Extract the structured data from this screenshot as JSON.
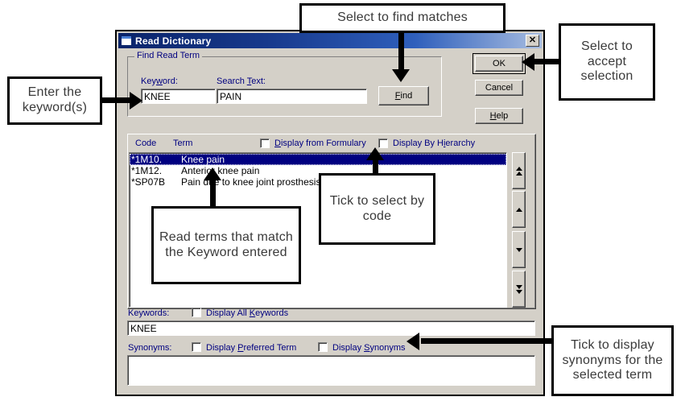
{
  "dialog": {
    "title": "Read Dictionary",
    "close_label": "✕",
    "group": {
      "title": "Find Read Term"
    },
    "keyword": {
      "label_pre": "Key",
      "label_accel": "w",
      "label_post": "ord:",
      "value": "KNEE"
    },
    "search_text": {
      "label_pre": "Search ",
      "label_accel": "T",
      "label_post": "ext:",
      "value": "PAIN"
    },
    "find_button": {
      "accel": "F",
      "rest": "ind"
    },
    "buttons": {
      "ok": "OK",
      "cancel": "Cancel",
      "help_accel": "H",
      "help_rest": "elp"
    },
    "list": {
      "col_code": "Code",
      "col_term": "Term",
      "checkbox_formulary": {
        "pre": "",
        "accel": "D",
        "post": "isplay from Formulary",
        "checked": false
      },
      "checkbox_hierarchy": {
        "pre": "Display By H",
        "accel": "i",
        "post": "erarchy",
        "checked": false
      },
      "rows": [
        {
          "code": "*1M10.",
          "term": "Knee pain",
          "selected": true
        },
        {
          "code": "*1M12.",
          "term": "Anterior knee pain",
          "selected": false
        },
        {
          "code": "*SP07B",
          "term": "Pain due to knee joint prosthesis",
          "selected": false
        }
      ]
    },
    "keywords_section": {
      "label": "Keywords:",
      "checkbox": {
        "pre": "Display All ",
        "accel": "K",
        "post": "eywords",
        "checked": false
      },
      "value": "KNEE"
    },
    "synonyms_section": {
      "label": "Synonyms:",
      "checkbox_preferred": {
        "pre": "Display ",
        "accel": "P",
        "post": "referred Term",
        "checked": false
      },
      "checkbox_synonyms": {
        "pre": "Display ",
        "accel": "S",
        "post": "ynonyms",
        "checked": false
      },
      "value": ""
    },
    "scrollbar": {
      "top_label": "scroll-to-top",
      "up_label": "scroll-up",
      "down_label": "scroll-down",
      "bottom_label": "scroll-to-bottom"
    }
  },
  "annotations": {
    "keyword": "Enter the keyword(s)",
    "find": "Select to find matches",
    "ok": "Select to accept selection",
    "read_terms": "Read terms that match the Keyword entered",
    "tick_code": "Tick to select by code",
    "synonyms": "Tick to display synonyms for the selected term"
  },
  "colors": {
    "dialog_face": "#d4d0c8",
    "title_start": "#0a246a",
    "label_blue": "#000080",
    "selection": "#000080",
    "annotation_text": "#3a3a3a"
  }
}
